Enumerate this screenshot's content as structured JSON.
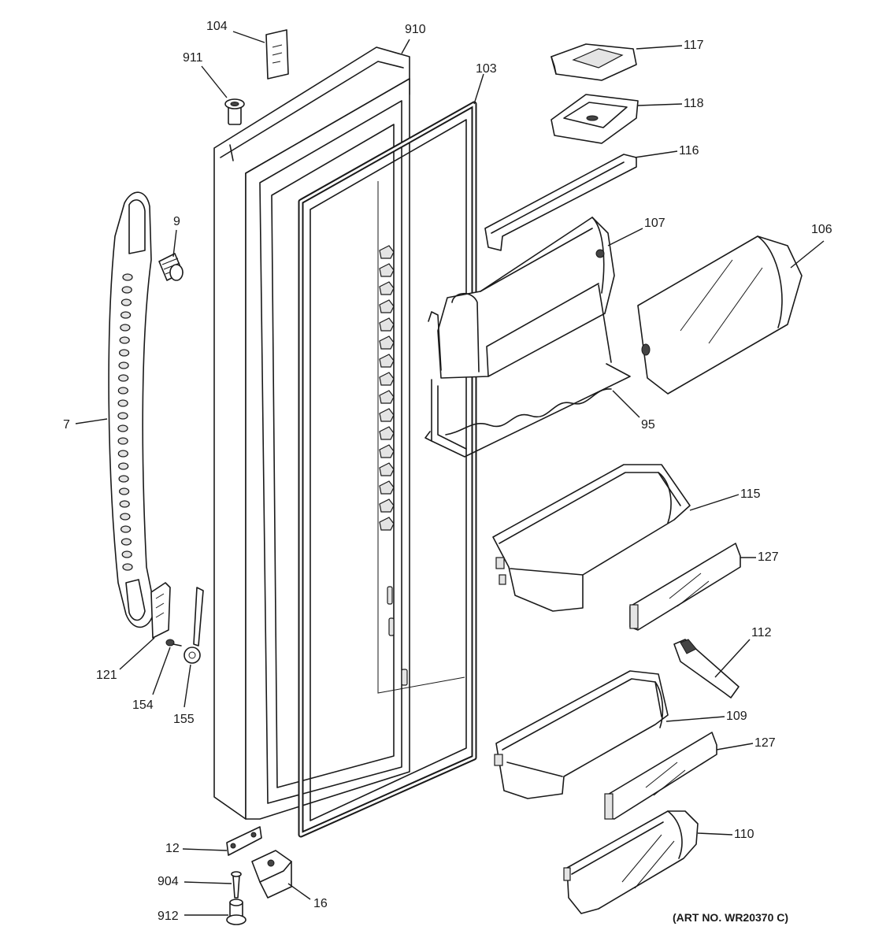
{
  "labels": {
    "p104": "104",
    "p910": "910",
    "p911": "911",
    "p103": "103",
    "p117": "117",
    "p118": "118",
    "p116": "116",
    "p107": "107",
    "p106": "106",
    "p9": "9",
    "p7": "7",
    "p95": "95",
    "p115": "115",
    "p127a": "127",
    "p112": "112",
    "p121": "121",
    "p154": "154",
    "p155": "155",
    "p109": "109",
    "p127b": "127",
    "p110": "110",
    "p12": "12",
    "p904": "904",
    "p16": "16",
    "p912": "912"
  },
  "art_number": "(ART NO. WR20370 C)"
}
